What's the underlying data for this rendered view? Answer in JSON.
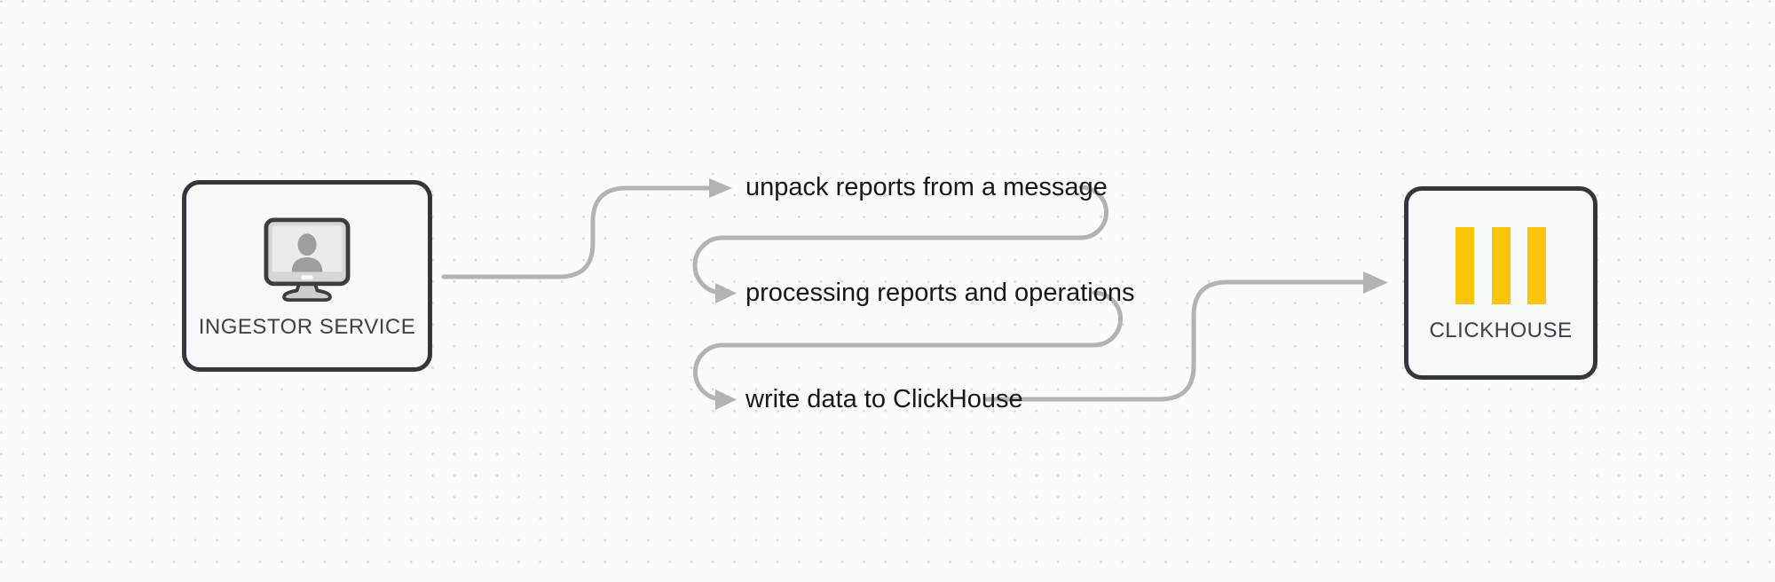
{
  "diagram": {
    "nodes": {
      "ingestor": {
        "id": "ingestor-service",
        "label": "INGESTOR SERVICE",
        "icon": "monitor-user-icon"
      },
      "clickhouse": {
        "id": "clickhouse",
        "label": "CLICKHOUSE",
        "icon": "clickhouse-bars-icon"
      }
    },
    "steps": [
      {
        "id": "step-unpack",
        "label": "unpack reports from a message"
      },
      {
        "id": "step-processing",
        "label": "processing reports and operations"
      },
      {
        "id": "step-write",
        "label": "write data to ClickHouse"
      }
    ],
    "edges": [
      {
        "from": "ingestor-service",
        "to": "step-unpack"
      },
      {
        "from": "step-unpack",
        "to": "step-processing"
      },
      {
        "from": "step-processing",
        "to": "step-write"
      },
      {
        "from": "step-write",
        "to": "clickhouse"
      }
    ],
    "colors": {
      "connector": "#b3b3b3",
      "node_border": "#33373c",
      "node_fill": "#f7f8f8",
      "clickhouse_yellow": "#fec60a",
      "label_text": "#17181a",
      "node_text": "#3d4248",
      "background": "#fbfbfb",
      "grid_dot": "#d9d9d9"
    }
  }
}
